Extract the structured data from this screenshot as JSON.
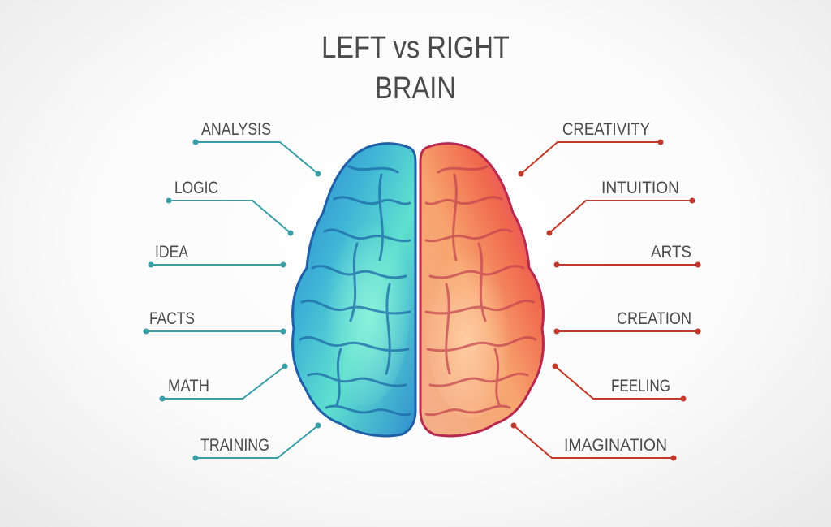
{
  "title_line1": "LEFT vs RIGHT",
  "title_line2": "BRAIN",
  "colors": {
    "left_line": "#3a9ea6",
    "right_line": "#c0392b",
    "text": "#4b4b4b"
  },
  "left_labels": [
    "ANALYSIS",
    "LOGIC",
    "IDEA",
    "FACTS",
    "MATH",
    "TRAINING"
  ],
  "right_labels": [
    "CREATIVITY",
    "INTUITION",
    "ARTS",
    "CREATION",
    "FEELING",
    "IMAGINATION"
  ]
}
